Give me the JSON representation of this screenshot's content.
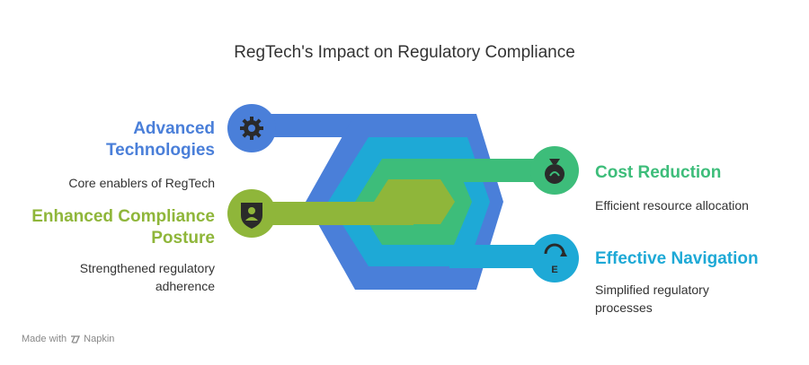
{
  "title": "RegTech's Impact on Regulatory Compliance",
  "items": [
    {
      "heading": "Advanced Technologies",
      "heading_lines": [
        "Advanced",
        "Technologies"
      ],
      "description_lines": [
        "Core enablers of RegTech"
      ],
      "color": "#4a7fd9",
      "icon": "gear-icon"
    },
    {
      "heading": "Enhanced Compliance Posture",
      "heading_lines": [
        "Enhanced Compliance",
        "Posture"
      ],
      "description_lines": [
        "Strengthened regulatory",
        "adherence"
      ],
      "color": "#8fb63a",
      "icon": "shield-person-icon"
    },
    {
      "heading": "Cost Reduction",
      "heading_lines": [
        "Cost Reduction"
      ],
      "description_lines": [
        "Efficient resource allocation"
      ],
      "color": "#3dbd7a",
      "icon": "money-bag-icon"
    },
    {
      "heading": "Effective Navigation",
      "heading_lines": [
        "Effective Navigation"
      ],
      "description_lines": [
        "Simplified regulatory",
        "processes"
      ],
      "color": "#1ea9d6",
      "icon": "refresh-cycle-icon"
    }
  ],
  "footer": {
    "prefix": "Made with",
    "brand": "Napkin"
  }
}
